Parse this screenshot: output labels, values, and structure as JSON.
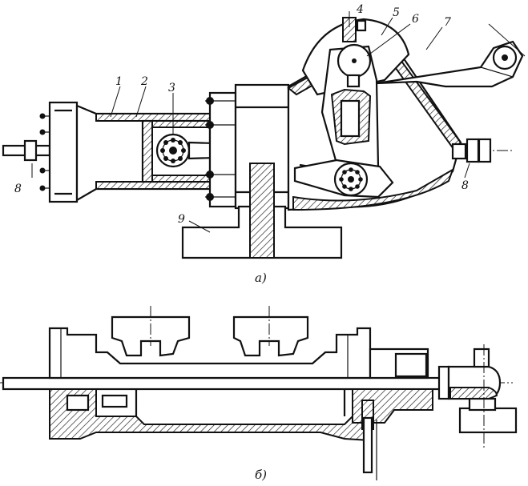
{
  "view_a": {
    "caption": "а)",
    "callouts": [
      "1",
      "2",
      "3",
      "4",
      "5",
      "6",
      "7",
      "8",
      "9",
      "8"
    ]
  },
  "view_b": {
    "caption": "б)"
  }
}
